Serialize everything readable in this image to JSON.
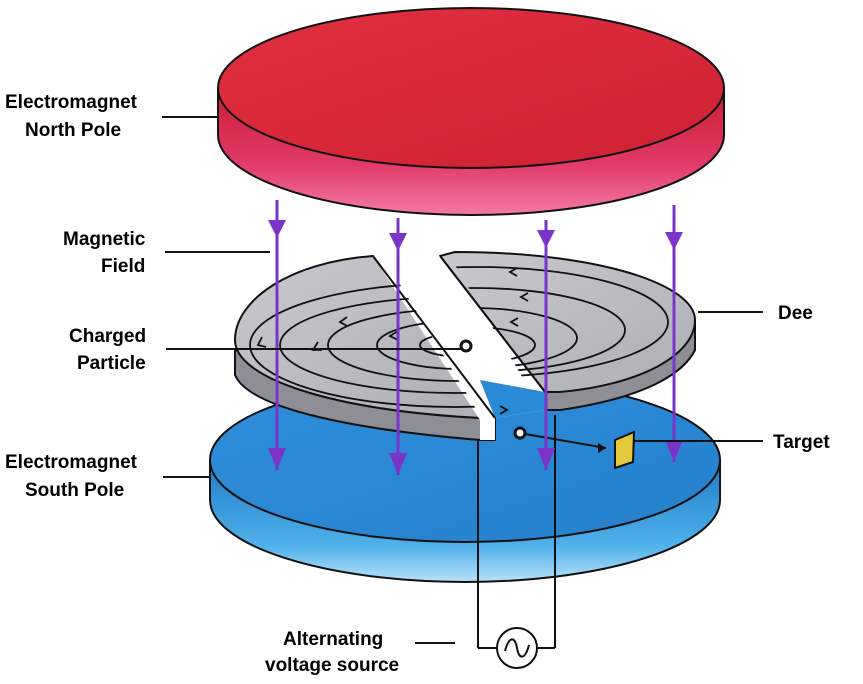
{
  "labels": {
    "north_pole_line1": "Electromagnet",
    "north_pole_line2": "North Pole",
    "field_line1": "Magnetic",
    "field_line2": "Field",
    "particle_line1": "Charged",
    "particle_line2": "Particle",
    "south_pole_line1": "Electromagnet",
    "south_pole_line2": "South Pole",
    "dee": "Dee",
    "target": "Target",
    "source_line1": "Alternating",
    "source_line2": "voltage source"
  },
  "colors": {
    "north_top": "#d8283c",
    "north_side": "#e8356a",
    "south_top": "#2a8ad6",
    "south_side": "#3fa0e4",
    "dee_top": "#bebec4",
    "dee_side": "#8e8e96",
    "field_arrow": "#7a35c8",
    "target": "#e2c83a"
  },
  "icons": {
    "voltage_source": "ac-source-icon"
  }
}
